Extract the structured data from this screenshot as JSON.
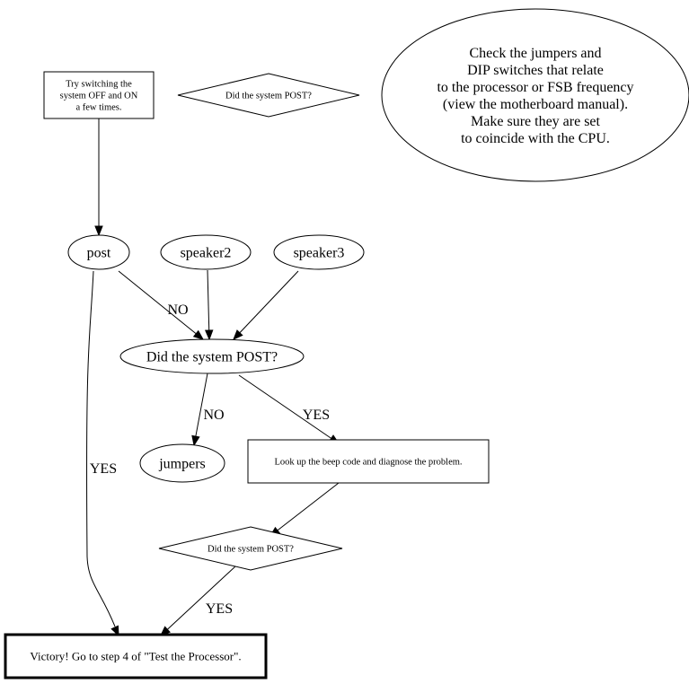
{
  "diagram": {
    "nodes": {
      "try_switching": {
        "shape": "box",
        "lines": [
          "Try switching the",
          "system OFF and ON",
          "a few times."
        ]
      },
      "did_post_top": {
        "shape": "diamond",
        "lines": [
          "Did the system POST?"
        ]
      },
      "check_jumpers": {
        "shape": "ellipse",
        "lines": [
          "Check the jumpers and",
          "DIP switches that relate",
          "to the processor or FSB frequency",
          "(view the motherboard manual).",
          "Make sure they are set",
          "to coincide with the CPU."
        ]
      },
      "post": {
        "shape": "ellipse",
        "lines": [
          "post"
        ]
      },
      "speaker2": {
        "shape": "ellipse",
        "lines": [
          "speaker2"
        ]
      },
      "speaker3": {
        "shape": "ellipse",
        "lines": [
          "speaker3"
        ]
      },
      "did_post_mid": {
        "shape": "ellipse",
        "lines": [
          "Did the system POST?"
        ]
      },
      "jumpers": {
        "shape": "ellipse",
        "lines": [
          "jumpers"
        ]
      },
      "beep_code": {
        "shape": "box",
        "lines": [
          "Look up the beep code and diagnose the problem."
        ]
      },
      "did_post_bottom": {
        "shape": "diamond",
        "lines": [
          "Did the system POST?"
        ]
      },
      "victory": {
        "shape": "box-bold",
        "lines": [
          "Victory! Go to step 4 of \"Test the Processor\"."
        ]
      }
    },
    "edges": [
      {
        "from": "try_switching",
        "to": "post",
        "label": ""
      },
      {
        "from": "post",
        "to": "did_post_mid",
        "label": "NO"
      },
      {
        "from": "speaker2",
        "to": "did_post_mid",
        "label": ""
      },
      {
        "from": "speaker3",
        "to": "did_post_mid",
        "label": ""
      },
      {
        "from": "did_post_mid",
        "to": "jumpers",
        "label": "NO"
      },
      {
        "from": "did_post_mid",
        "to": "beep_code",
        "label": "YES"
      },
      {
        "from": "beep_code",
        "to": "did_post_bottom",
        "label": ""
      },
      {
        "from": "did_post_bottom",
        "to": "victory",
        "label": "YES"
      },
      {
        "from": "post",
        "to": "victory",
        "label": "YES"
      }
    ]
  }
}
